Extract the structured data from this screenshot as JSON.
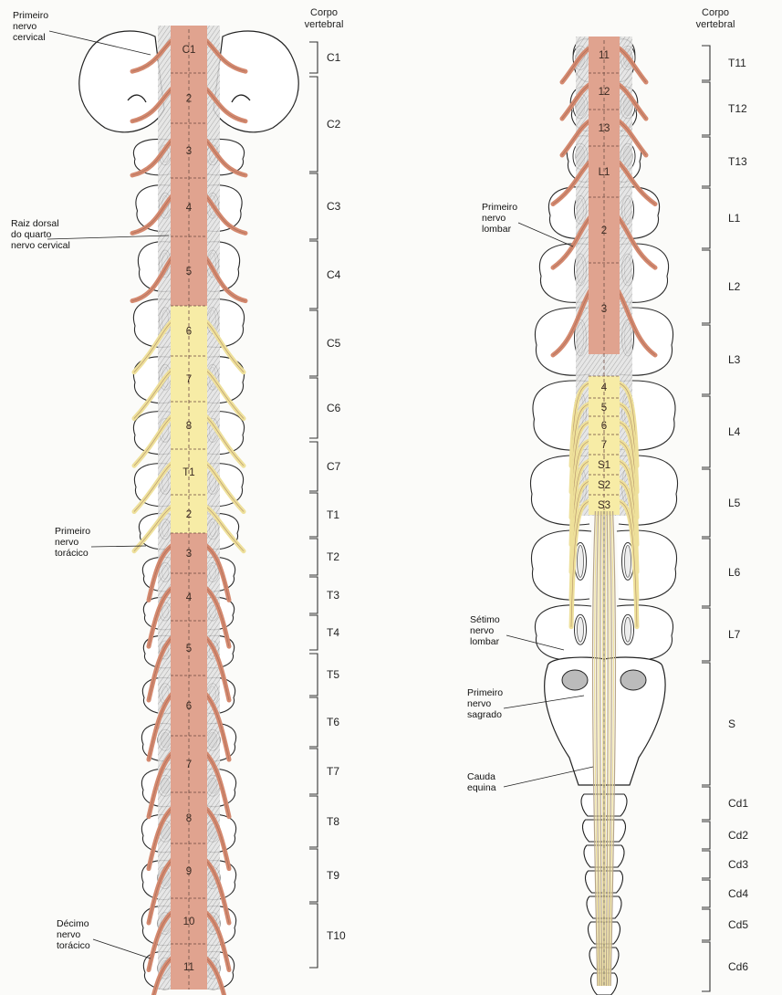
{
  "colors": {
    "cord_pink": "#e0a38f",
    "cord_yellow": "#f7eca6",
    "nerve_pink": "#d4896f",
    "nerve_yellow": "#eee09a",
    "bone_outline": "#2b2b2b",
    "bone_fill": "#ffffff",
    "ligament_gray": "#c9c9c9"
  },
  "left": {
    "header": [
      "Corpo",
      "vertebral"
    ],
    "vertebrae": [
      "C1",
      "C2",
      "C3",
      "C4",
      "C5",
      "C6",
      "C7",
      "T1",
      "T2",
      "T3",
      "T4",
      "T5",
      "T6",
      "T7",
      "T8",
      "T9",
      "T10"
    ],
    "segments": [
      "C1",
      "2",
      "3",
      "4",
      "5",
      "6",
      "7",
      "8",
      "T1",
      "2",
      "3",
      "4",
      "5",
      "6",
      "7",
      "8",
      "9",
      "10",
      "11"
    ],
    "annotations": [
      {
        "lines": [
          "Primeiro",
          "nervo",
          "cervical"
        ]
      },
      {
        "lines": [
          "Raiz dorsal",
          "do quarto",
          "nervo cervical"
        ]
      },
      {
        "lines": [
          "Primeiro",
          "nervo",
          "torácico"
        ]
      },
      {
        "lines": [
          "Décimo",
          "nervo",
          "torácico"
        ]
      }
    ]
  },
  "right": {
    "header": [
      "Corpo",
      "vertebral"
    ],
    "vertebrae": [
      "T11",
      "T12",
      "T13",
      "L1",
      "L2",
      "L3",
      "L4",
      "L5",
      "L6",
      "L7",
      "S",
      "Cd1",
      "Cd2",
      "Cd3",
      "Cd4",
      "Cd5",
      "Cd6"
    ],
    "segments": [
      "11",
      "12",
      "13",
      "L1",
      "2",
      "3",
      "4",
      "5",
      "6",
      "7",
      "S1",
      "S2",
      "S3"
    ],
    "annotations": [
      {
        "lines": [
          "Primeiro",
          "nervo",
          "lombar"
        ]
      },
      {
        "lines": [
          "Sétimo",
          "nervo",
          "lombar"
        ]
      },
      {
        "lines": [
          "Primeiro",
          "nervo",
          "sagrado"
        ]
      },
      {
        "lines": [
          "Cauda",
          "equina"
        ]
      }
    ]
  }
}
